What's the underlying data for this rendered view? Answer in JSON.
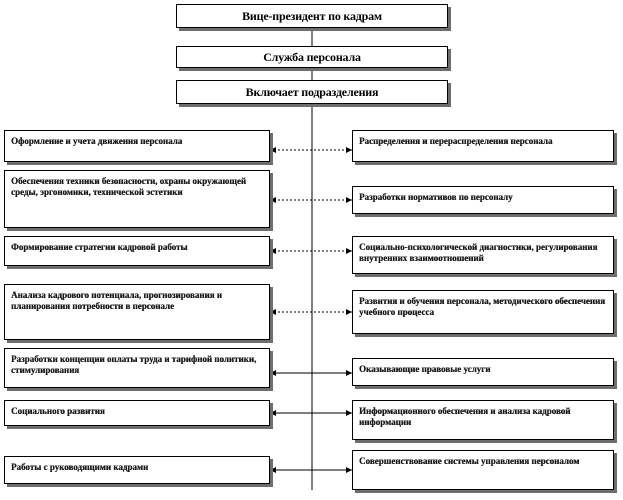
{
  "header": {
    "vice_president": "Вице-президент по кадрам",
    "service": "Служба персонала",
    "includes": "Включает подразделения"
  },
  "left_units": [
    "Оформление и учета движения персонала",
    "Обеспечения техники безопасности, охраны окружающей среды, эргономики, технической эстетики",
    "Формирование стратегии кадровой работы",
    "Анализа кадрового потенциала, прогнозирования и планирования потребности в персонале",
    "Разработки концепции оплаты труда и тарифной политики, стимулирования",
    "Социального развития",
    "Работы с руководящими кадрами"
  ],
  "right_units": [
    "Распределения и перераспределения персонала",
    "Разработки нормативов по персоналу",
    "Социально-психологической диагностики, регулирования внутренних взаимоотношений",
    "Развития и обучения персонала, методического обеспечения учебного процесса",
    "Оказывающие правовые услуги",
    "Информационного обеспечения и анализа кадровой информации",
    "Совершенствование системы управления персоналом"
  ]
}
